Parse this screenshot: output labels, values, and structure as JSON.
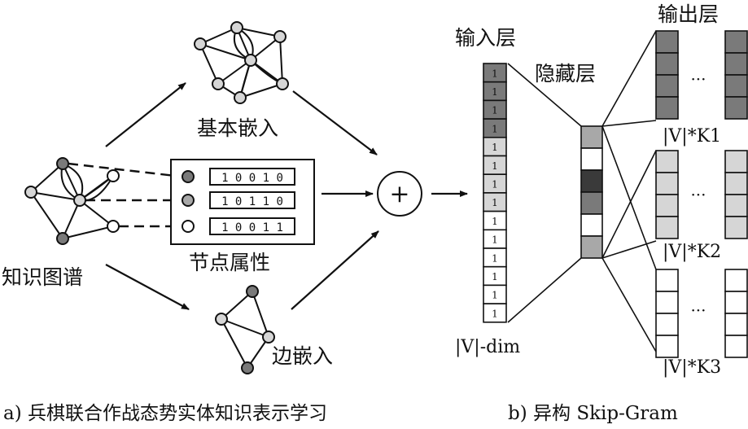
{
  "labels": {
    "basic_embed": "基本嵌入",
    "knowledge_graph": "知识图谱",
    "node_attr": "节点属性",
    "edge_embed": "边嵌入",
    "input_layer": "输入层",
    "hidden_layer": "隐藏层",
    "output_layer": "输出层",
    "plus": "+",
    "v_dim": "|V|-dim",
    "vk1": "|V|*K1",
    "vk2": "|V|*K2",
    "vk3": "|V|*K3",
    "ellipsis": "···"
  },
  "captions": {
    "a": "a) 兵棋联合作战态势实体知识表示学习",
    "b": "b) 异构 Skip-Gram"
  },
  "attributes": [
    "1 0 0 1 0",
    "1 0 1 1 0",
    "1 0 0 1 1"
  ],
  "input_cells": [
    "1",
    "1",
    "1",
    "1",
    "1",
    "1",
    "1",
    "1",
    "1",
    "1",
    "1",
    "1",
    "1",
    "1"
  ],
  "colors": {
    "dark": "#7a7a7a",
    "mid": "#a8a8a8",
    "light": "#d6d6d6",
    "darkest": "#3a3a3a",
    "white": "#ffffff"
  }
}
